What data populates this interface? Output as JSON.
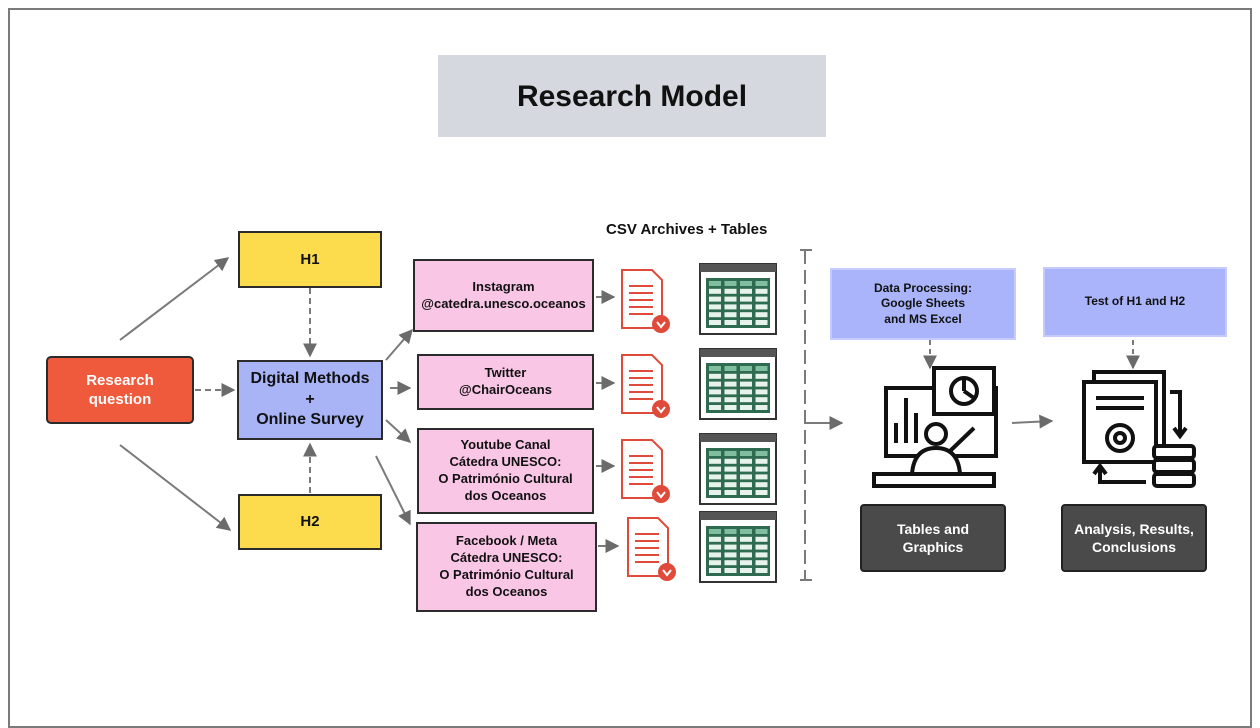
{
  "title": "Research Model",
  "csv_label": "CSV Archives +  Tables",
  "nodes": {
    "research_question": "Research\nquestion",
    "h1": "H1",
    "h2": "H2",
    "methods": "Digital Methods\n+\nOnline Survey",
    "instagram": "Instagram\n@catedra.unesco.oceanos",
    "twitter": "Twitter\n@ChairOceans",
    "youtube": "Youtube Canal\nCátedra UNESCO:\nO Património Cultural\ndos Oceanos",
    "facebook": "Facebook / Meta\nCátedra UNESCO:\nO Património Cultural\ndos Oceanos",
    "data_processing": "Data Processing:\nGoogle Sheets\nand MS Excel",
    "test": "Test of H1 and H2",
    "tables_graphics": "Tables and\nGraphics",
    "analysis": "Analysis, Results,\nConclusions"
  },
  "colors": {
    "title_bg": "#d5d8de",
    "hypothesis": "#fcdc4d",
    "question": "#f05a3c",
    "methods": "#a9b4f7",
    "sources": "#f9c6e6",
    "processing": "#aab4fa",
    "outputs": "#4a4a4a",
    "file_icon": "#e04a3a",
    "sheet_icon": "#2f6b50"
  },
  "icons": [
    "csv-file-icon",
    "spreadsheet-icon",
    "presentation-analytics-icon",
    "document-gear-database-icon"
  ]
}
